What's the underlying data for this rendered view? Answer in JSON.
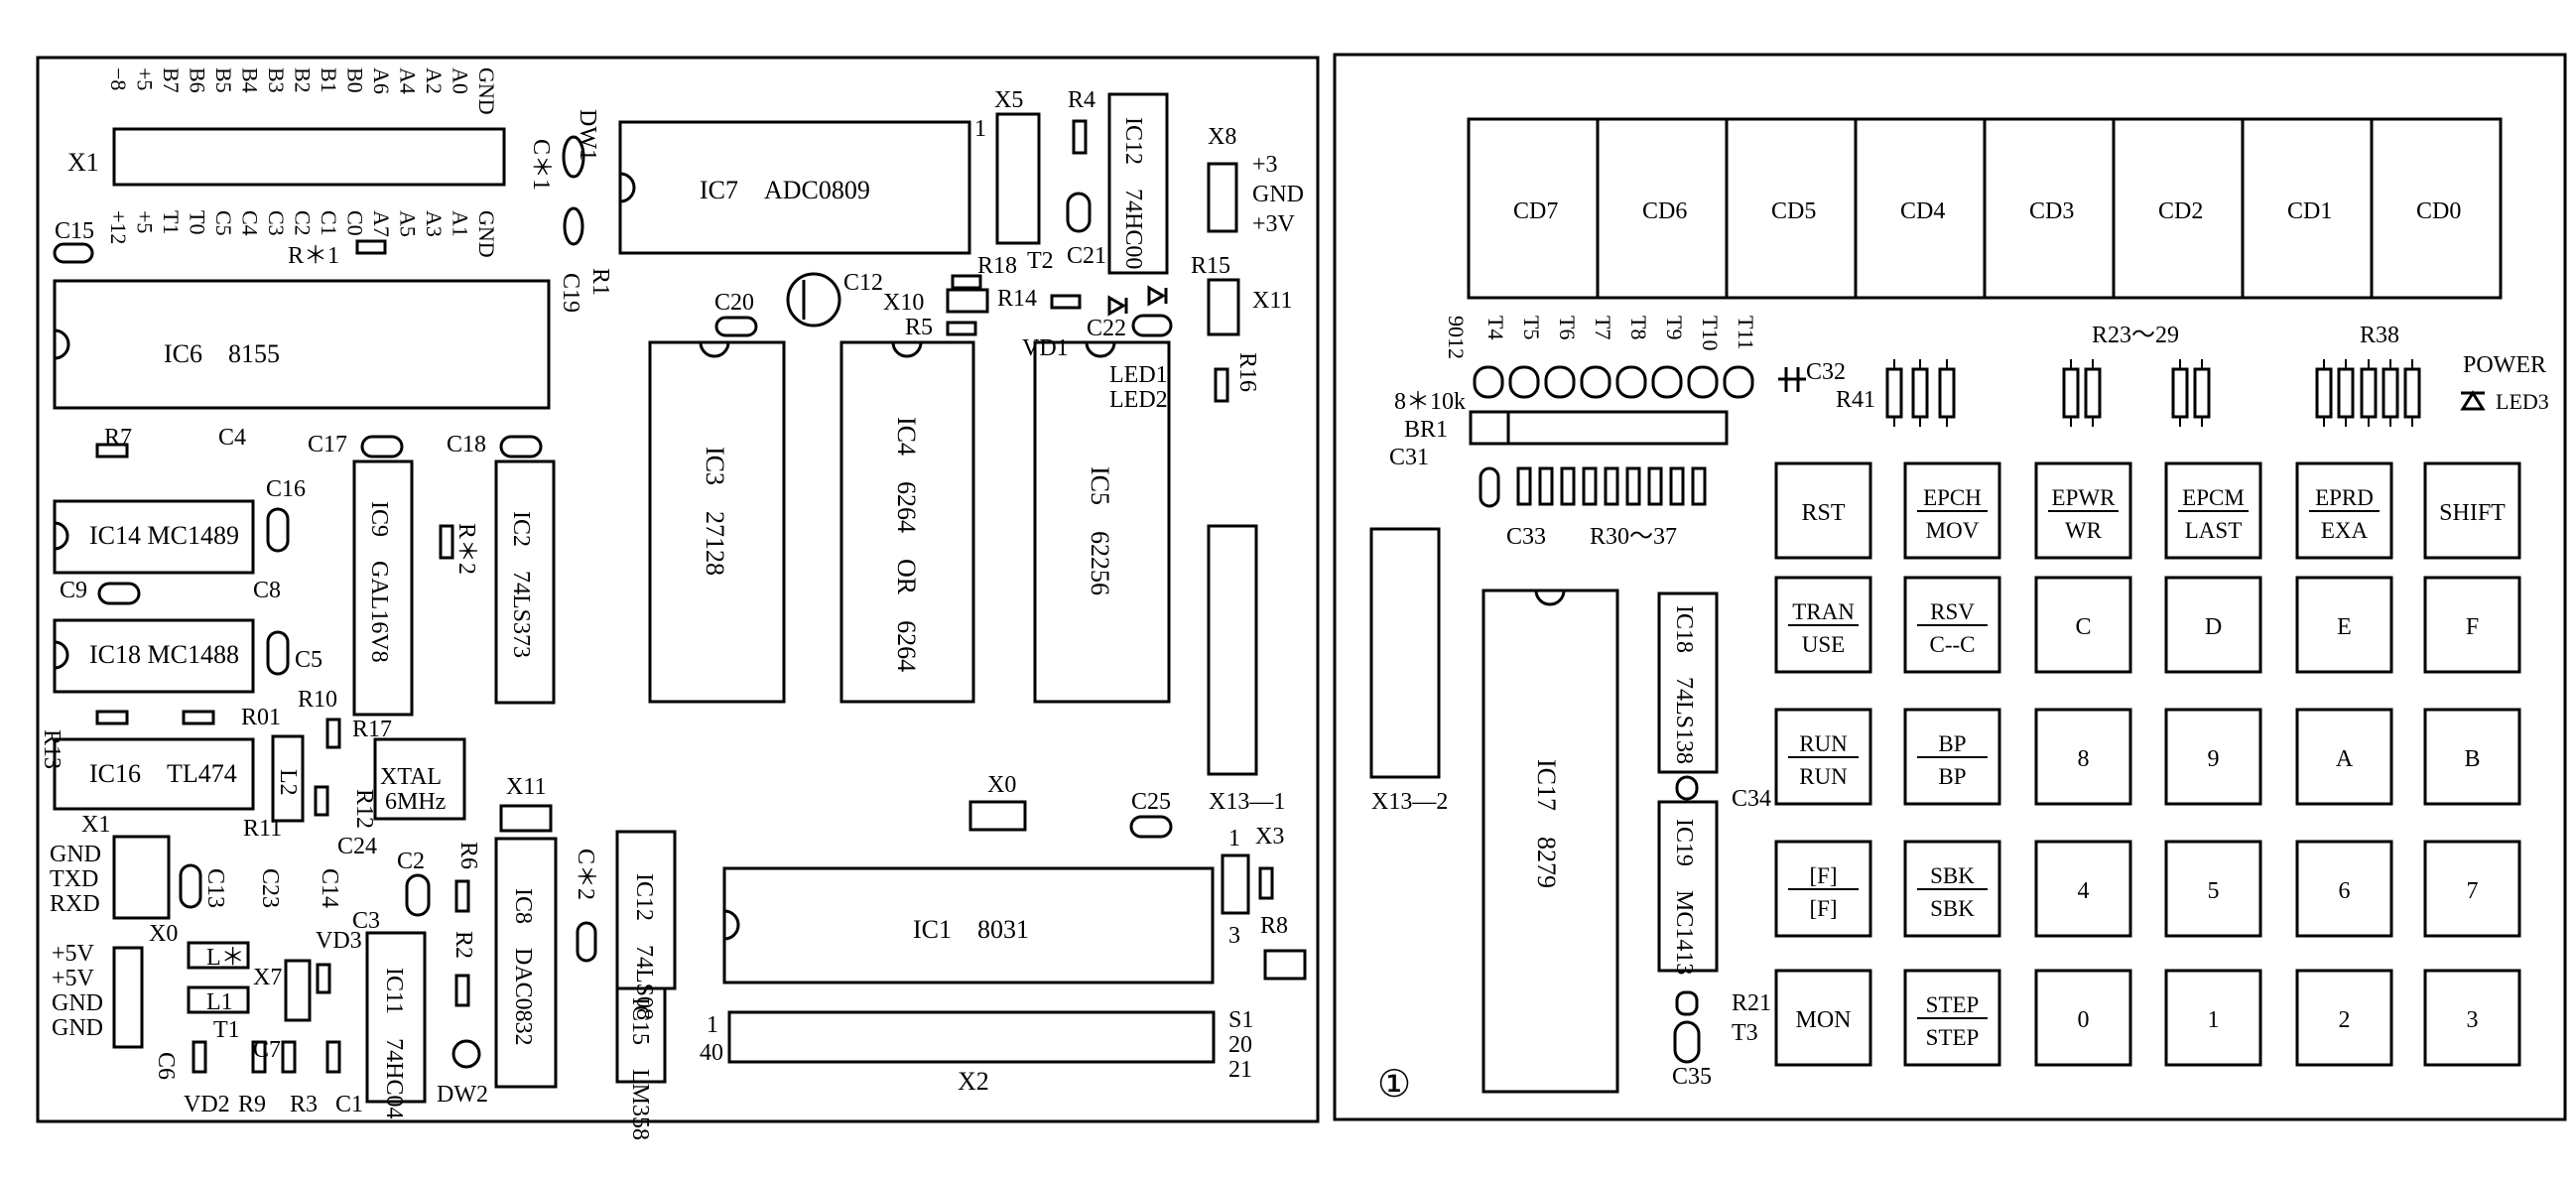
{
  "left_board": {
    "x1_top_labels": [
      "−8",
      "+5",
      "B7",
      "B6",
      "B5",
      "B4",
      "B3",
      "B2",
      "B1",
      "B0",
      "A6",
      "A4",
      "A2",
      "A0",
      "GND"
    ],
    "x1_bottom_labels": [
      "+12",
      "+5",
      "T1",
      "T0",
      "C5",
      "C4",
      "C3",
      "C2",
      "C1",
      "C0",
      "A7",
      "A5",
      "A3",
      "A1",
      "GND"
    ],
    "x1": "X1",
    "dw1": "DW1",
    "c1star": "C＊1",
    "c15": "C15",
    "r1star": "R＊1",
    "r1": "R1",
    "c19": "C19",
    "ic7": "IC7　ADC0809",
    "x5": "X5",
    "r4": "R4",
    "ic12": "IC12　74HC00",
    "one": "1",
    "x8": "X8",
    "x8_labels": [
      "+3",
      "GND",
      "+3V"
    ],
    "ic6": "IC6　8155",
    "c12": "C12",
    "r18": "R18",
    "t2": "T2",
    "c21": "C21",
    "r15": "R15",
    "x11_top": "X11",
    "x10": "X10",
    "r14": "R14",
    "r5": "R5",
    "vd1": "VD1",
    "c22": "C22",
    "c20": "C20",
    "led1": "LED1",
    "led2": "LED2",
    "r16": "R16",
    "r7": "R7",
    "c4": "C4",
    "c17": "C17",
    "c18": "C18",
    "ic3": "IC3　27128",
    "ic4": "IC4　6264　OR　6264",
    "ic5": "IC5　62256",
    "c16": "C16",
    "ic14": "IC14 MC1489",
    "ic9": "IC9　GAL16V8",
    "ic2": "IC2　74LS373",
    "r2star": "R＊2",
    "c9": "C9",
    "c8": "C8",
    "ic18": "IC18 MC1488",
    "c5": "C5",
    "r13": "R13",
    "r01": "R01",
    "r10": "R10",
    "r17": "R17",
    "ic16": "IC16　TL474",
    "l2": "L2",
    "r11": "R11",
    "r12": "R12",
    "xtal": "XTAL",
    "xtal_freq": "6MHz",
    "x11_mid": "X11",
    "x0_mid": "X0",
    "c25": "C25",
    "x13_1": "X13—1",
    "x1_bottom": "X1",
    "serial_labels": [
      "GND",
      "TXD",
      "RXD"
    ],
    "c13": "C13",
    "c23": "C23",
    "c14": "C14",
    "c24": "C24",
    "c2": "C2",
    "r6": "R6",
    "c2star": "C＊2",
    "ic12b": "IC12　74LS08",
    "ic1": "IC1　8031",
    "one_b": "1",
    "x3": "X3",
    "three": "3",
    "r8": "R8",
    "x0_bot": "X0",
    "lstar": "L＊",
    "vd3": "VD3",
    "c3": "C3",
    "ic11": "IC11　74HC04",
    "r2": "R2",
    "ic8": "IC8　DAC0832",
    "ic15": "IC15　LM358",
    "power_labels": [
      "+5V",
      "+5V",
      "GND",
      "GND"
    ],
    "l1": "L1",
    "x7": "X7",
    "t1": "T1",
    "c7": "C7",
    "c6": "C6",
    "vd2": "VD2",
    "r9": "R9",
    "r3": "R3",
    "c1": "C1",
    "dw2": "DW2",
    "x2_pin1": "1",
    "x2_pin40": "40",
    "x2": "X2",
    "s1": "S1",
    "s1_20": "20",
    "s1_21": "21"
  },
  "right_board": {
    "displays": [
      "CD7",
      "CD6",
      "CD5",
      "CD4",
      "CD3",
      "CD2",
      "CD1",
      "CD0"
    ],
    "transistors": [
      "T4",
      "T5",
      "T6",
      "T7",
      "T8",
      "T9",
      "T10",
      "T11"
    ],
    "t9012": "9012",
    "c32": "C32",
    "r41": "R41",
    "r23_29": "R23～29",
    "r38": "R38",
    "power": "POWER",
    "led3": "LED3",
    "br1_val": "8＊10k",
    "br1": "BR1",
    "c31": "C31",
    "c33": "C33",
    "r30_37": "R30～37",
    "x13_2": "X13—2",
    "ic17": "IC17　8279",
    "ic18": "IC18　74LS138",
    "ic19": "IC19　MC1413",
    "c34": "C34",
    "r21": "R21",
    "t3": "T3",
    "c35": "C35",
    "circle_num": "①",
    "keys": [
      [
        "RST",
        "EPCH|MOV",
        "EPWR|WR",
        "EPCM|LAST",
        "EPRD|EXA",
        "SHIFT"
      ],
      [
        "TRAN|USE",
        "RSV|C--C",
        "C",
        "D",
        "E",
        "F"
      ],
      [
        "RUN|RUN",
        "BP|BP",
        "8",
        "9",
        "A",
        "B"
      ],
      [
        "[F]|[F]",
        "SBK|SBK",
        "4",
        "5",
        "6",
        "7"
      ],
      [
        "MON",
        "STEP|STEP",
        "0",
        "1",
        "2",
        "3"
      ]
    ]
  }
}
